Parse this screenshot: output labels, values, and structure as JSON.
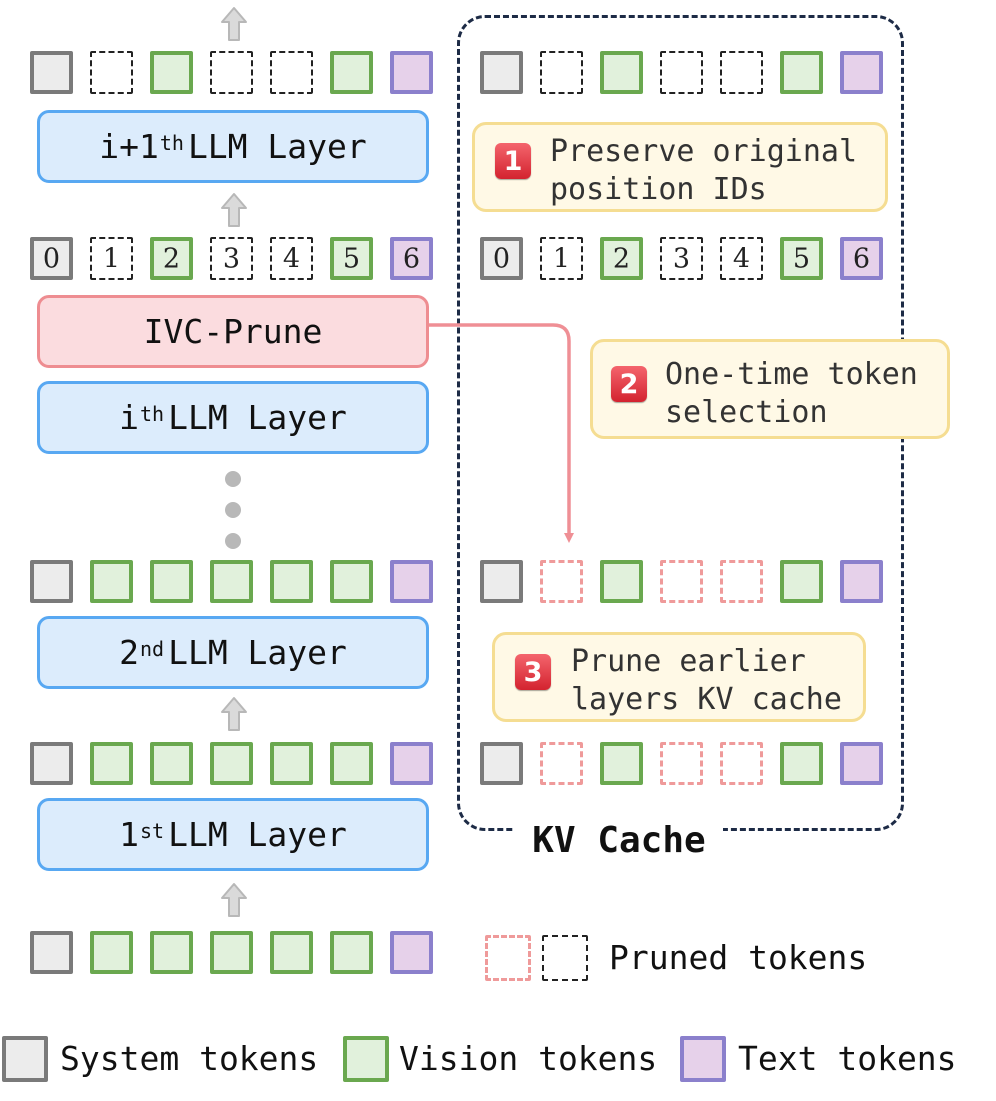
{
  "layers": {
    "layer_i1": {
      "prefix": "i+1",
      "sup": "th",
      "suffix": "LLM Layer"
    },
    "prune": {
      "label": "IVC-Prune"
    },
    "layer_i": {
      "prefix": "i",
      "sup": "th",
      "suffix": "LLM Layer"
    },
    "layer_2": {
      "prefix": "2",
      "sup": "nd",
      "suffix": "LLM Layer"
    },
    "layer_1": {
      "prefix": "1",
      "sup": "st",
      "suffix": "LLM Layer"
    }
  },
  "position_ids": [
    "0",
    "1",
    "2",
    "3",
    "4",
    "5",
    "6"
  ],
  "kv_cache": {
    "title": "KV Cache"
  },
  "callouts": [
    {
      "number": "1",
      "text": "Preserve original\nposition IDs"
    },
    {
      "number": "2",
      "text": "One-time token\nselection"
    },
    {
      "number": "3",
      "text": "Prune earlier\nlayers KV cache"
    }
  ],
  "pruned_legend": {
    "label": "Pruned tokens"
  },
  "legend": {
    "system": "System tokens",
    "vision": "Vision tokens",
    "text": "Text tokens"
  },
  "colors": {
    "system_border": "#7a7a7a",
    "vision_border": "#6aa84f",
    "text_border": "#8b80cc",
    "layer_border": "#58a8f2",
    "prune_border": "#ee8d91",
    "arrow_gray": "#c4c4c4",
    "arrow_red": "#ef8f95",
    "kv_border": "#1d2b46",
    "callout_border": "#f5dd92"
  }
}
